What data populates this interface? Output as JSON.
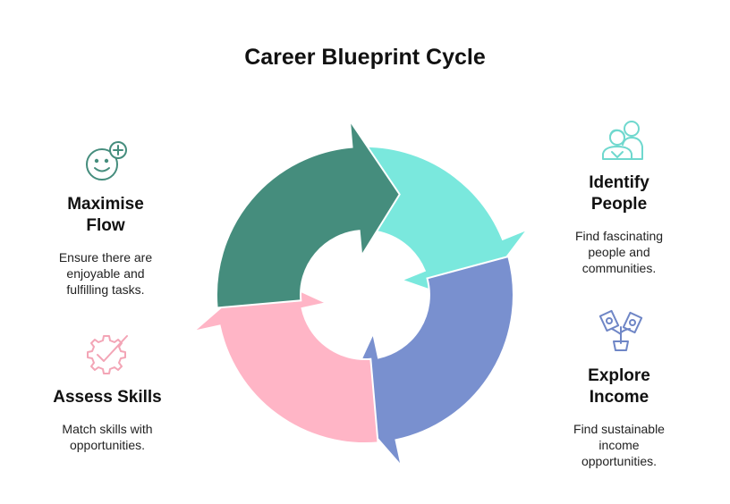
{
  "title": "Career Blueprint Cycle",
  "colors": {
    "identify": "#7ae8dd",
    "income": "#7990cf",
    "skills": "#ffb5c6",
    "flow": "#458d7d",
    "icon_identify": "#6fd8ce",
    "icon_income": "#6f86c6",
    "icon_skills": "#f3a5b6",
    "icon_flow": "#458d7d"
  },
  "stages": {
    "flow": {
      "heading_1": "Maximise",
      "heading_2": "Flow",
      "desc_1": "Ensure there are",
      "desc_2": "enjoyable and",
      "desc_3": "fulfilling tasks.",
      "icon": "smiley-plus-icon"
    },
    "skills": {
      "heading_1": "Assess Skills",
      "desc_1": "Match skills with",
      "desc_2": "opportunities.",
      "icon": "gear-check-icon"
    },
    "identify": {
      "heading_1": "Identify",
      "heading_2": "People",
      "desc_1": "Find fascinating",
      "desc_2": "people and",
      "desc_3": "communities.",
      "icon": "people-icon"
    },
    "income": {
      "heading_1": "Explore",
      "heading_2": "Income",
      "desc_1": "Find sustainable",
      "desc_2": "income",
      "desc_3": "opportunities.",
      "icon": "money-plant-icon"
    }
  }
}
